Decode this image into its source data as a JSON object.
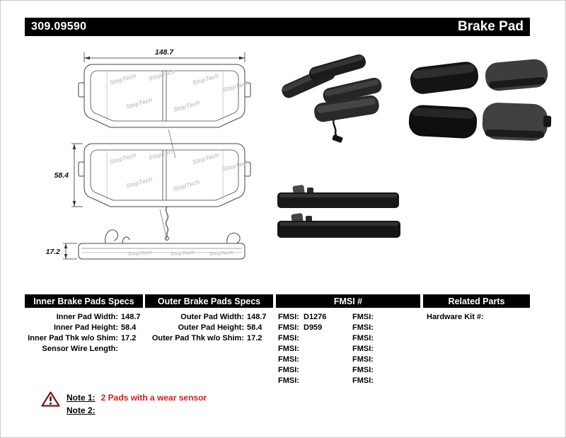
{
  "header": {
    "part_number": "309.09590",
    "title": "Brake Pad"
  },
  "colors": {
    "header_bg": "#000000",
    "note_red": "#cc1f1f",
    "warning_outline": "#7d1416"
  },
  "drawings": {
    "watermark": "StopTech",
    "width_dim": "148.7",
    "height_dim": "58.4",
    "thickness_dim": "17.2"
  },
  "specs": {
    "inner": {
      "header": "Inner Brake Pads Specs",
      "rows": [
        {
          "label": "Inner Pad Width:",
          "value": "148.7"
        },
        {
          "label": "Inner Pad Height:",
          "value": "58.4"
        },
        {
          "label": "Inner Pad Thk w/o Shim:",
          "value": "17.2"
        },
        {
          "label": "Sensor Wire Length:",
          "value": ""
        }
      ]
    },
    "outer": {
      "header": "Outer Brake Pads Specs",
      "rows": [
        {
          "label": "Outer Pad Width:",
          "value": "148.7"
        },
        {
          "label": "Outer Pad Height:",
          "value": "58.4"
        },
        {
          "label": "Outer Pad Thk w/o Shim:",
          "value": "17.2"
        }
      ]
    },
    "fmsi": {
      "header": "FMSI #",
      "left_rows": [
        {
          "label": "FMSI:",
          "value": "D1276"
        },
        {
          "label": "FMSI:",
          "value": "D959"
        },
        {
          "label": "FMSI:",
          "value": ""
        },
        {
          "label": "FMSI:",
          "value": ""
        },
        {
          "label": "FMSI:",
          "value": ""
        },
        {
          "label": "FMSI:",
          "value": ""
        },
        {
          "label": "FMSI:",
          "value": ""
        }
      ],
      "right_rows": [
        {
          "label": "FMSI:",
          "value": ""
        },
        {
          "label": "FMSI:",
          "value": ""
        },
        {
          "label": "FMSI:",
          "value": ""
        },
        {
          "label": "FMSI:",
          "value": ""
        },
        {
          "label": "FMSI:",
          "value": ""
        },
        {
          "label": "FMSI:",
          "value": ""
        },
        {
          "label": "FMSI:",
          "value": ""
        }
      ]
    },
    "related": {
      "header": "Related Parts",
      "rows": [
        {
          "label": "Hardware Kit #:",
          "value": ""
        }
      ]
    }
  },
  "notes": {
    "note1_label": "Note 1:",
    "note1_text": "2 Pads with a wear sensor",
    "note2_label": "Note 2:",
    "note2_text": ""
  }
}
